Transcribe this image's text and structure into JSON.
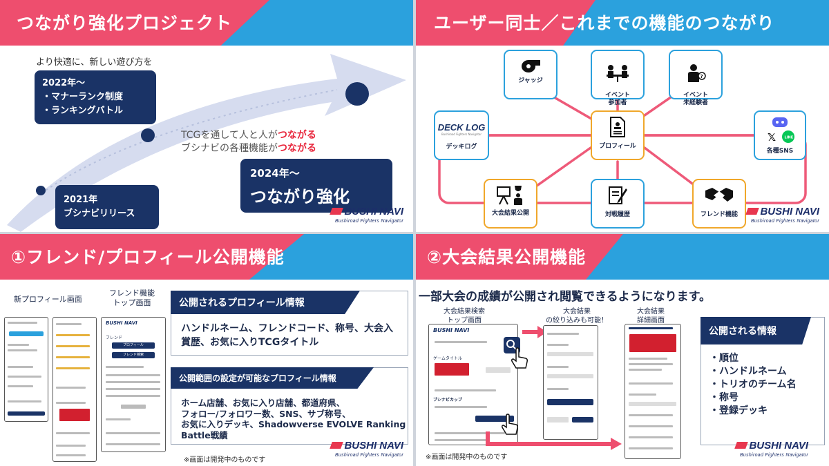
{
  "q1": {
    "title": "つながり強化プロジェクト",
    "tagline": "より快適に、新しい遊び方を",
    "m2022": [
      "2022年～",
      "・マナーランク制度",
      "・ランキングバトル"
    ],
    "c1a": "TCGを通して人と人が",
    "c1b": "つながる",
    "c2a": "ブシナビの各種機能が",
    "c2b": "つながる",
    "m2021": [
      "2021年",
      "ブシナビリリース"
    ],
    "m2024": [
      "2024年～",
      "つながり強化"
    ]
  },
  "q2": {
    "title": "ユーザー同士／これまでの機能のつながり",
    "nodes": {
      "judge": "ジャッジ",
      "attendee": "イベント\n参加者",
      "newcomer": "イベント\n未経験者",
      "decklog": "デッキログ",
      "profile": "プロフィール",
      "sns": "各種SNS",
      "results": "大会結果公開",
      "history": "対戦履歴",
      "friend": "フレンド機能"
    },
    "decklog_word": "DECK LOG",
    "decklog_sub": "Bushiroad Fighters Navigator"
  },
  "q3": {
    "title": "①フレンド/プロフィール公開機能",
    "lbl_new": "新プロフィール画面",
    "lbl_friend": "フレンド機能\nトップ画面",
    "h1": "公開されるプロフィール情報",
    "b1": "ハンドルネーム、フレンドコード、称号、大会入\n賞歴、お気に入りTCGタイトル",
    "h2": "公開範囲の設定が可能なプロフィール情報",
    "b2": "ホーム店舗、お気に入り店舗、都道府県、\nフォロー/フォロワー数、SNS、サブ称号、\nお気に入りデッキ、Shadowverse EVOLVE Ranking\nBattle戦績",
    "note": "※画面は開発中のものです",
    "mini_logo": "BUSHI NAVI",
    "mini_friend": "フレンド",
    "btn_profile": "プロフィール",
    "btn_friend": "フレンド検索"
  },
  "q4": {
    "title": "②大会結果公開機能",
    "lead": "一部大会の成績が公開され閲覧できるようになります。",
    "lbl_search": "大会結果検索\nトップ画面",
    "lbl_filter": "大会結果\nの絞り込みも可能！",
    "lbl_detail": "大会結果\n詳細画面",
    "h": "公開される情報",
    "items": [
      "・順位",
      "・ハンドルネーム",
      "・トリオのチーム名",
      "・称号",
      "・登録デッキ"
    ],
    "note": "※画面は開発中のものです",
    "phone_logo": "BUSHI NAVI",
    "phone_title": "ゲームタイトル",
    "cup": "ブシナビカップ"
  },
  "logo": {
    "word": "BUSHI NAVI",
    "sub": "Bushiroad Fighters Navigator"
  },
  "colors": {
    "blue": "#2ba1dd",
    "pink": "#ee4e6e",
    "navy": "#1a3366",
    "orange": "#f0a72a"
  }
}
